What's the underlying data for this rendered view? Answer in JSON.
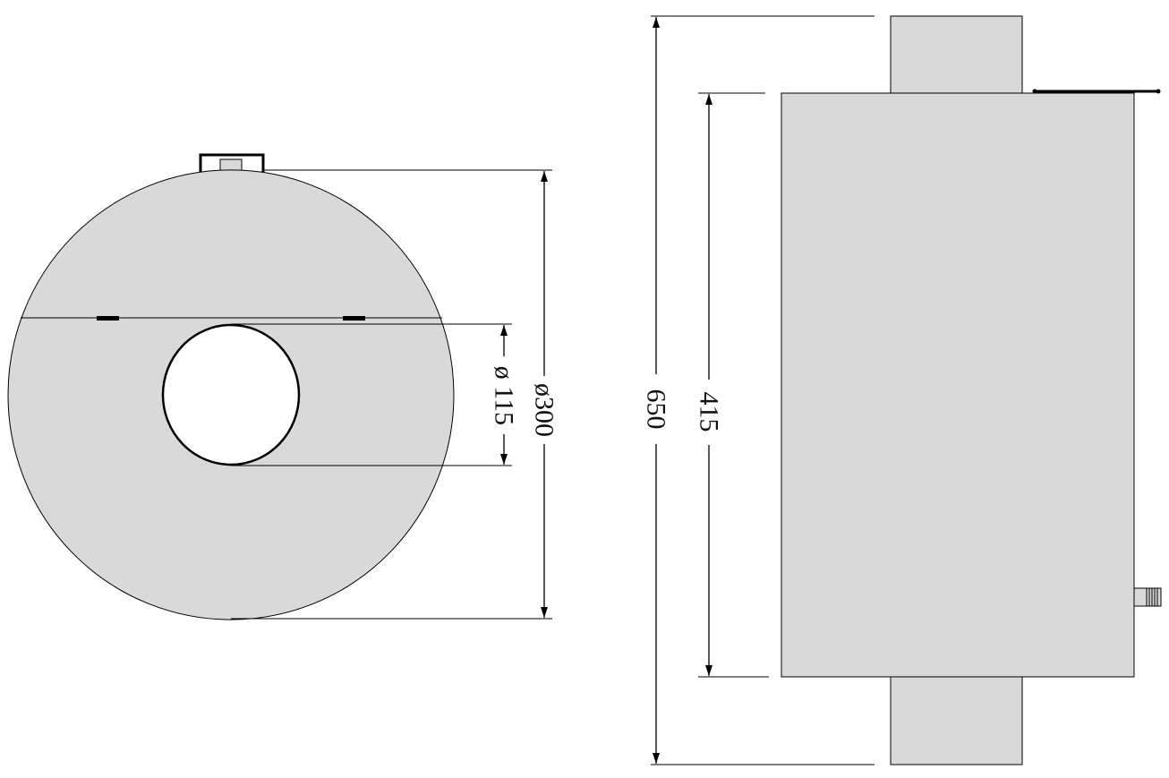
{
  "dimensions": {
    "outer_diameter_label": "ø300",
    "inner_diameter_label": "ø 115",
    "body_height_label": "415",
    "total_height_label": "650"
  },
  "colors": {
    "part_fill": "#d9d9d9",
    "line": "#000000",
    "background": "#ffffff"
  }
}
